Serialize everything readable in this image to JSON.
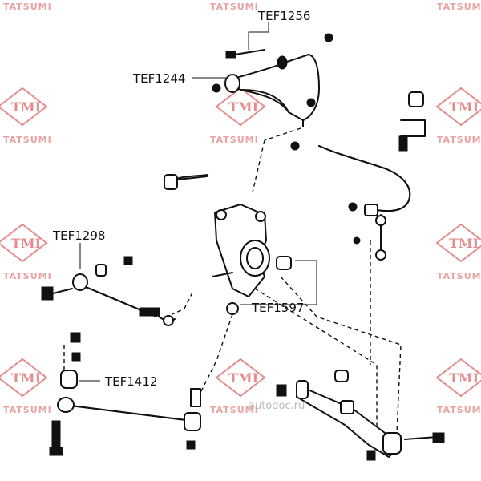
{
  "watermark": {
    "brand": "TATSUMI",
    "logo_text": "TMI",
    "site": "autodoc.ru",
    "color": "#e38d8d"
  },
  "labels": {
    "tef1256": "TEF1256",
    "tef1244": "TEF1244",
    "tef1298": "TEF1298",
    "tef1597": "TEF1597",
    "tef1412": "TEF1412"
  }
}
